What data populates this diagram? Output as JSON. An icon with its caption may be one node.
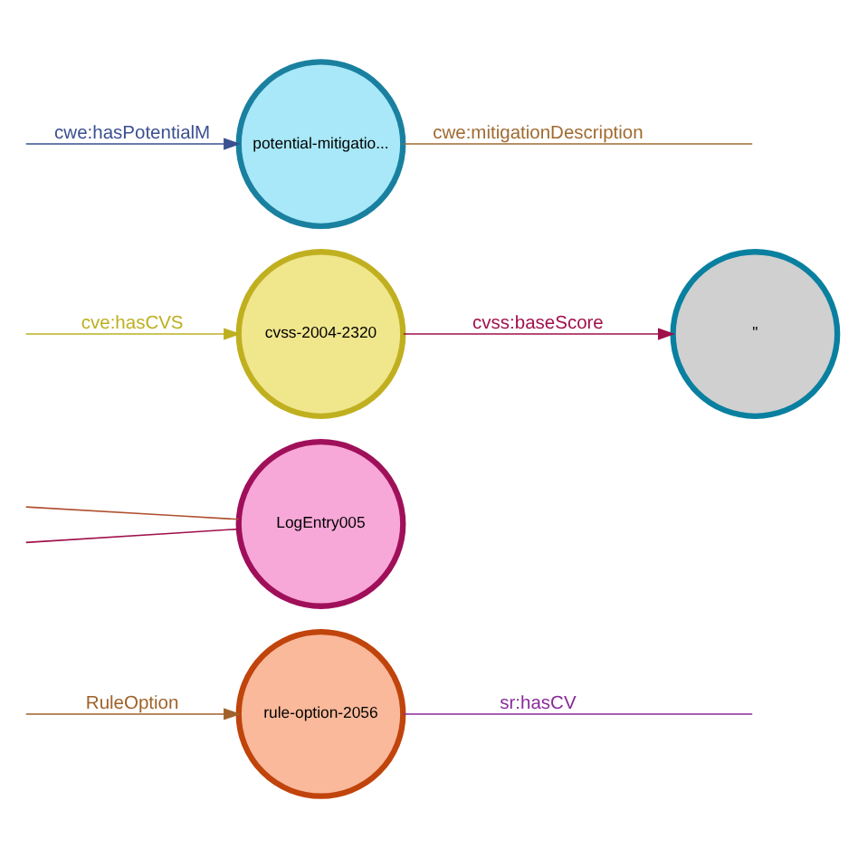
{
  "diagram": {
    "nodes": [
      {
        "text": [
          "rule-option-2056"
        ]
      },
      {
        "text": [
          "LogEntry005"
        ]
      },
      {
        "text": [
          "cvss-2004-2320"
        ]
      },
      {
        "text": [
          "\""
        ]
      },
      {
        "text": [
          "potential-mitigatio..."
        ]
      }
    ],
    "edges": [
      {
        "from": 0,
        "to": null,
        "arrow": "none",
        "label": "sr:hasCV",
        "color": "#8a2a9a"
      },
      {
        "from": null,
        "to": 0,
        "arrow": "to",
        "label": "RuleOption",
        "color": "#a0622a"
      },
      {
        "from": null,
        "to": 2,
        "arrow": "to",
        "label": "cve:hasCVS",
        "color": "#bdb020"
      },
      {
        "from": 2,
        "to": 3,
        "arrow": "to",
        "label": "cvss:baseScore",
        "color": "#a0104a"
      },
      {
        "from": 4,
        "to": null,
        "arrow": "none",
        "label": "cwe:mitigationDescription",
        "color": "#a06a30"
      },
      {
        "from": null,
        "to": 4,
        "arrow": "to",
        "label": "cwe:hasPotentialM",
        "color": "#3a5090"
      },
      {
        "from": null,
        "to": 1,
        "arrow": "none",
        "color": "#a0104a"
      },
      {
        "from": null,
        "to": 1,
        "arrow": "none",
        "color": "#b05030"
      }
    ]
  }
}
